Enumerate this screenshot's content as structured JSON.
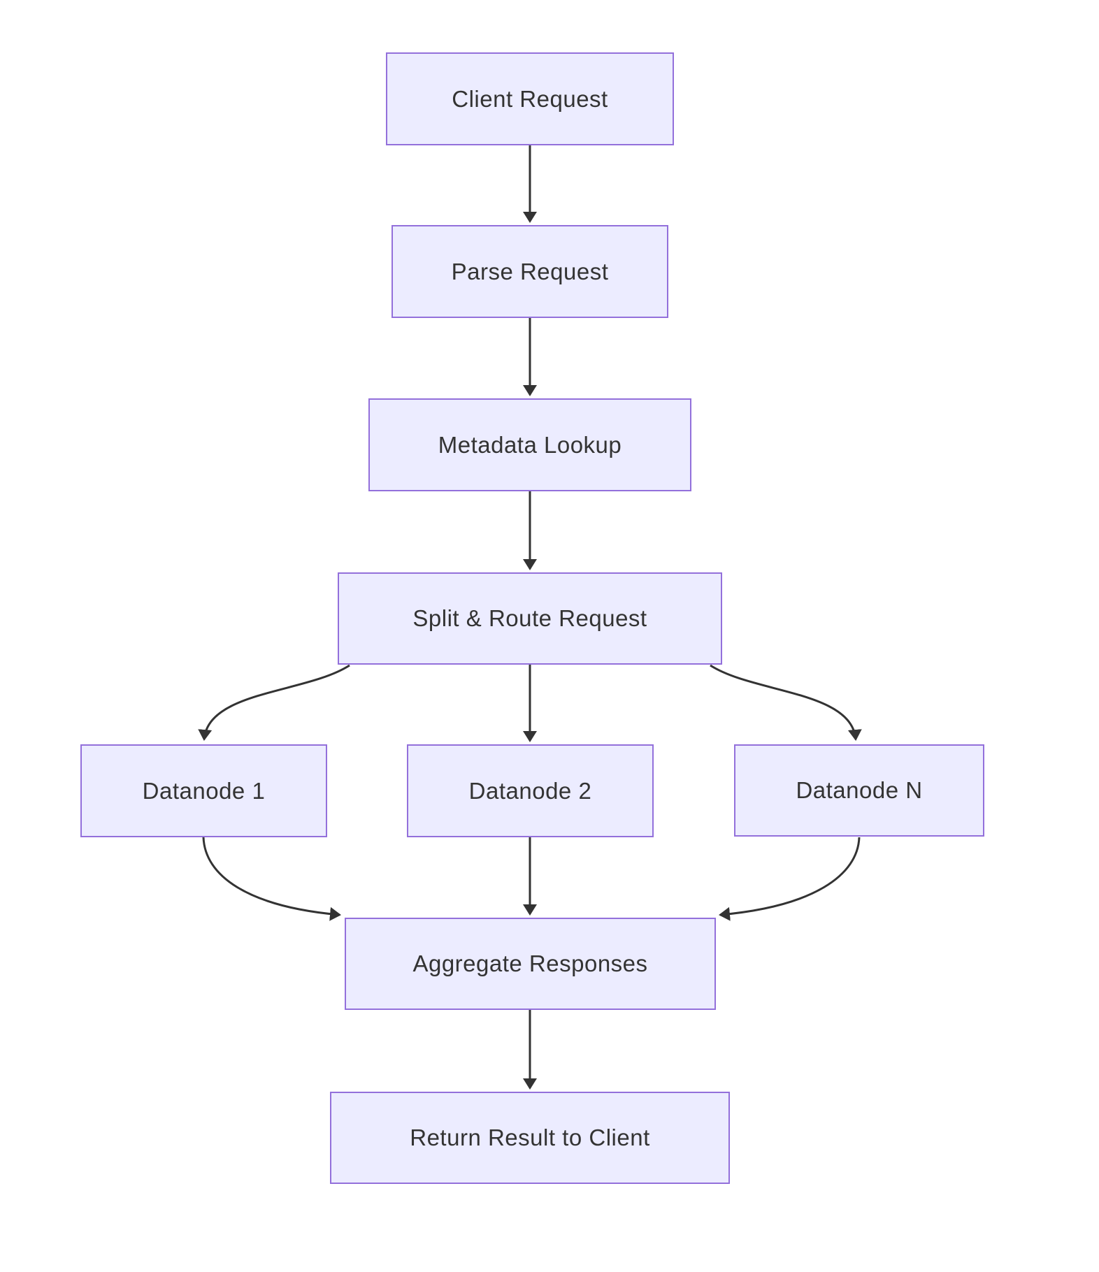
{
  "diagram": {
    "type": "flowchart",
    "direction": "top-down",
    "colors": {
      "background": "#ffffff",
      "node_fill": "#ececff",
      "node_border": "#9370db",
      "text": "#333333",
      "edge": "#333333"
    },
    "nodes": [
      {
        "id": "client_request",
        "label": "Client Request"
      },
      {
        "id": "parse_request",
        "label": "Parse Request"
      },
      {
        "id": "metadata_lookup",
        "label": "Metadata Lookup"
      },
      {
        "id": "split_route_request",
        "label": "Split & Route Request"
      },
      {
        "id": "datanode_1",
        "label": "Datanode 1"
      },
      {
        "id": "datanode_2",
        "label": "Datanode 2"
      },
      {
        "id": "datanode_n",
        "label": "Datanode N"
      },
      {
        "id": "aggregate_responses",
        "label": "Aggregate Responses"
      },
      {
        "id": "return_result",
        "label": "Return Result to Client"
      }
    ],
    "edges": [
      {
        "from": "client_request",
        "to": "parse_request"
      },
      {
        "from": "parse_request",
        "to": "metadata_lookup"
      },
      {
        "from": "metadata_lookup",
        "to": "split_route_request"
      },
      {
        "from": "split_route_request",
        "to": "datanode_1"
      },
      {
        "from": "split_route_request",
        "to": "datanode_2"
      },
      {
        "from": "split_route_request",
        "to": "datanode_n"
      },
      {
        "from": "datanode_1",
        "to": "aggregate_responses"
      },
      {
        "from": "datanode_2",
        "to": "aggregate_responses"
      },
      {
        "from": "datanode_n",
        "to": "aggregate_responses"
      },
      {
        "from": "aggregate_responses",
        "to": "return_result"
      }
    ]
  }
}
